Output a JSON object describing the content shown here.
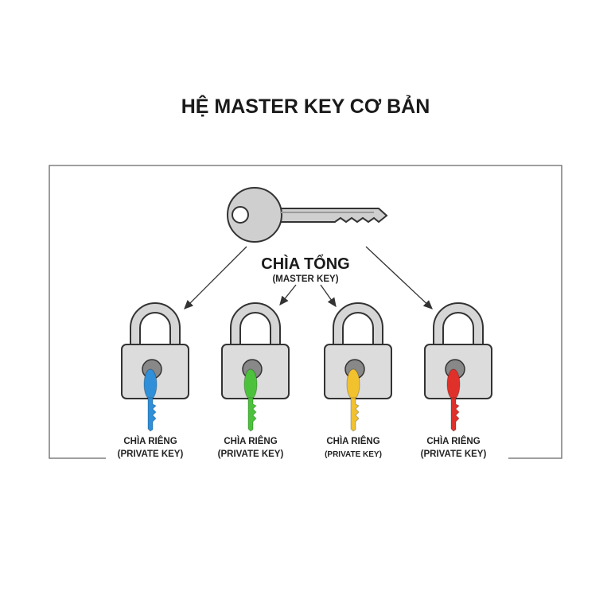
{
  "title": "HỆ MASTER KEY CƠ BẢN",
  "master_key": {
    "label": "CHÌA TỔNG",
    "sublabel": "(MASTER KEY)",
    "icon": "key-icon",
    "color": "#c9c9c9"
  },
  "locks": [
    {
      "label": "CHÌA RIÊNG",
      "sublabel": "(PRIVATE KEY)",
      "key_color": "#2f8fd8"
    },
    {
      "label": "CHÌA RIÊNG",
      "sublabel": "(PRIVATE KEY)",
      "key_color": "#4cc23c"
    },
    {
      "label": "CHÌA RIÊNG",
      "sublabel": "(PRIVATE KEY)",
      "key_color": "#f2c22e"
    },
    {
      "label": "CHÌA RIÊNG",
      "sublabel": "(PRIVATE KEY)",
      "key_color": "#e0302a"
    }
  ],
  "colors": {
    "frame": "#666666",
    "lock_body": "#dcdcdc",
    "outline": "#333333"
  }
}
